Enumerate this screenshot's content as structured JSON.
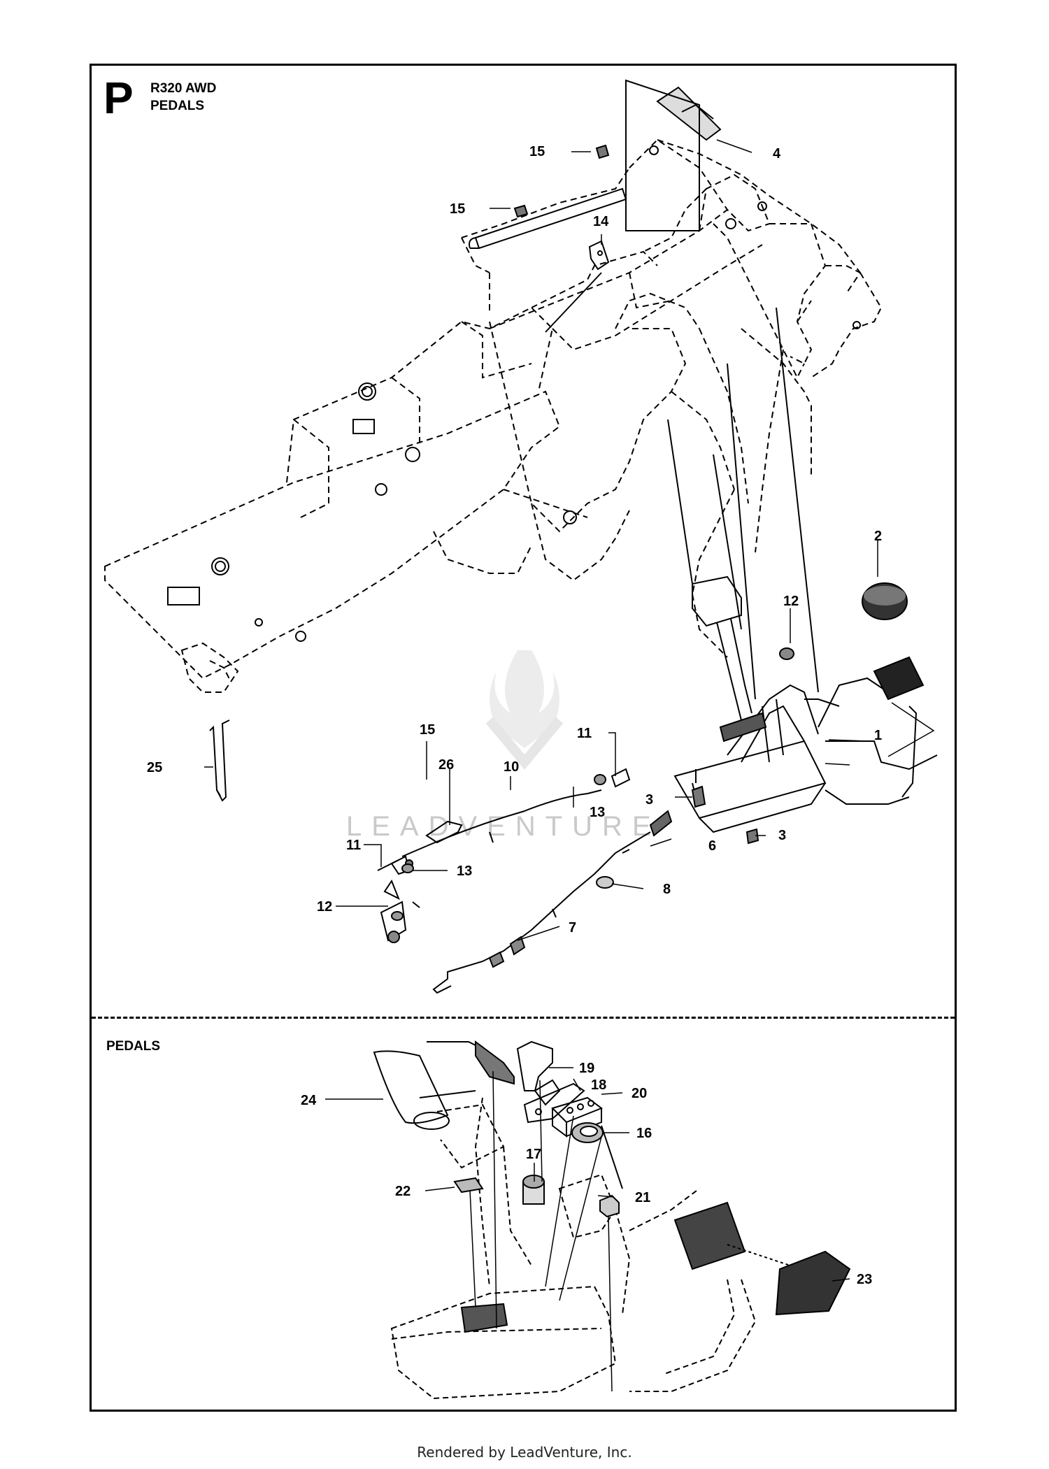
{
  "section": {
    "letter": "P",
    "model": "R320 AWD",
    "title": "PEDALS",
    "detail_title": "PEDALS"
  },
  "callouts": {
    "c1": "1",
    "c2": "2",
    "c3a": "3",
    "c3b": "3",
    "c4": "4",
    "c6": "6",
    "c7": "7",
    "c8": "8",
    "c10": "10",
    "c11a": "11",
    "c11b": "11",
    "c12a": "12",
    "c12b": "12",
    "c13a": "13",
    "c13b": "13",
    "c14": "14",
    "c15a": "15",
    "c15b": "15",
    "c15c": "15",
    "c16": "16",
    "c17": "17",
    "c18": "18",
    "c19": "19",
    "c20": "20",
    "c21": "21",
    "c22": "22",
    "c23": "23",
    "c24": "24",
    "c25": "25",
    "c26": "26"
  },
  "watermark": "LEADVENTURE",
  "footer": "Rendered by LeadVenture, Inc.",
  "colors": {
    "line": "#000000",
    "watermark": "#c9c9c9"
  }
}
